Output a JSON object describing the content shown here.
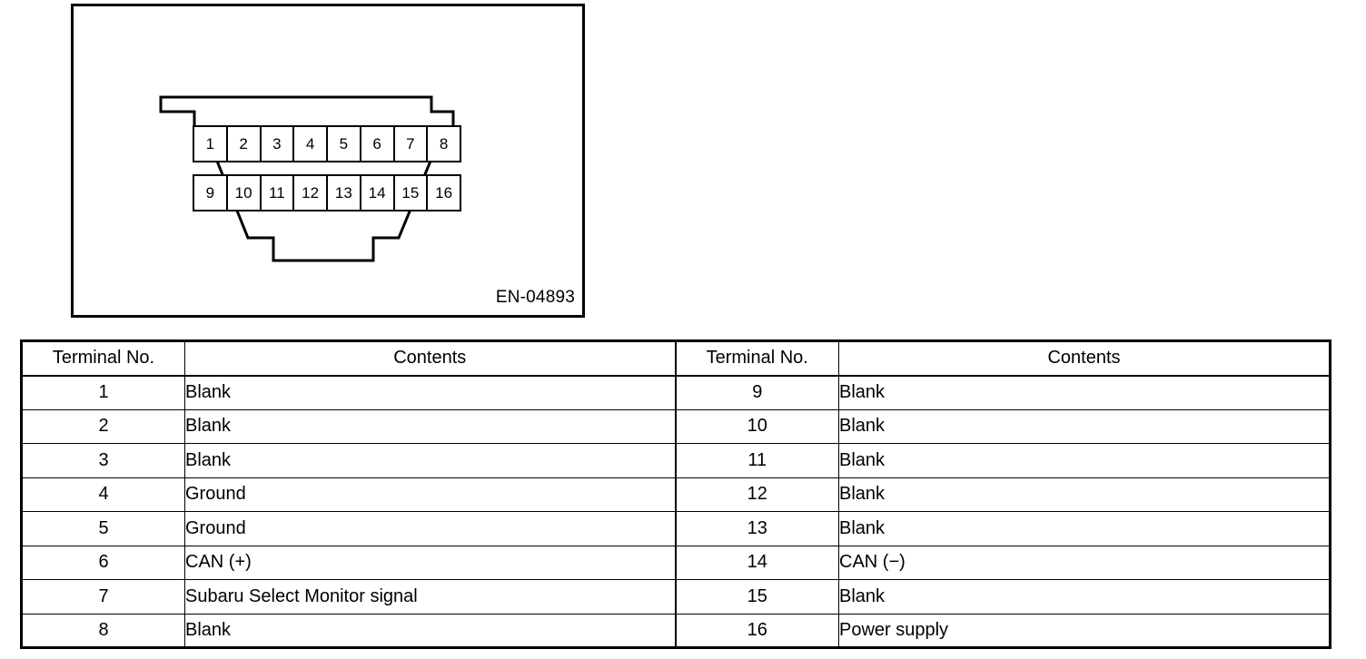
{
  "figure": {
    "code": "EN-04893",
    "connector_name": "data-link-connector",
    "pin_rows": [
      [
        "1",
        "2",
        "3",
        "4",
        "5",
        "6",
        "7",
        "8"
      ],
      [
        "9",
        "10",
        "11",
        "12",
        "13",
        "14",
        "15",
        "16"
      ]
    ]
  },
  "table": {
    "headers": {
      "terminal_left": "Terminal No.",
      "contents_left": "Contents",
      "terminal_right": "Terminal No.",
      "contents_right": "Contents"
    },
    "rows": [
      {
        "terminal_left": "1",
        "contents_left": "Blank",
        "terminal_right": "9",
        "contents_right": "Blank"
      },
      {
        "terminal_left": "2",
        "contents_left": "Blank",
        "terminal_right": "10",
        "contents_right": "Blank"
      },
      {
        "terminal_left": "3",
        "contents_left": "Blank",
        "terminal_right": "11",
        "contents_right": "Blank"
      },
      {
        "terminal_left": "4",
        "contents_left": "Ground",
        "terminal_right": "12",
        "contents_right": "Blank"
      },
      {
        "terminal_left": "5",
        "contents_left": "Ground",
        "terminal_right": "13",
        "contents_right": "Blank"
      },
      {
        "terminal_left": "6",
        "contents_left": "CAN (+)",
        "terminal_right": "14",
        "contents_right": "CAN (−)"
      },
      {
        "terminal_left": "7",
        "contents_left": "Subaru Select Monitor signal",
        "terminal_right": "15",
        "contents_right": "Blank"
      },
      {
        "terminal_left": "8",
        "contents_left": "Blank",
        "terminal_right": "16",
        "contents_right": "Power supply"
      }
    ]
  },
  "colors": {
    "ink": "#000000",
    "paper": "#ffffff"
  }
}
